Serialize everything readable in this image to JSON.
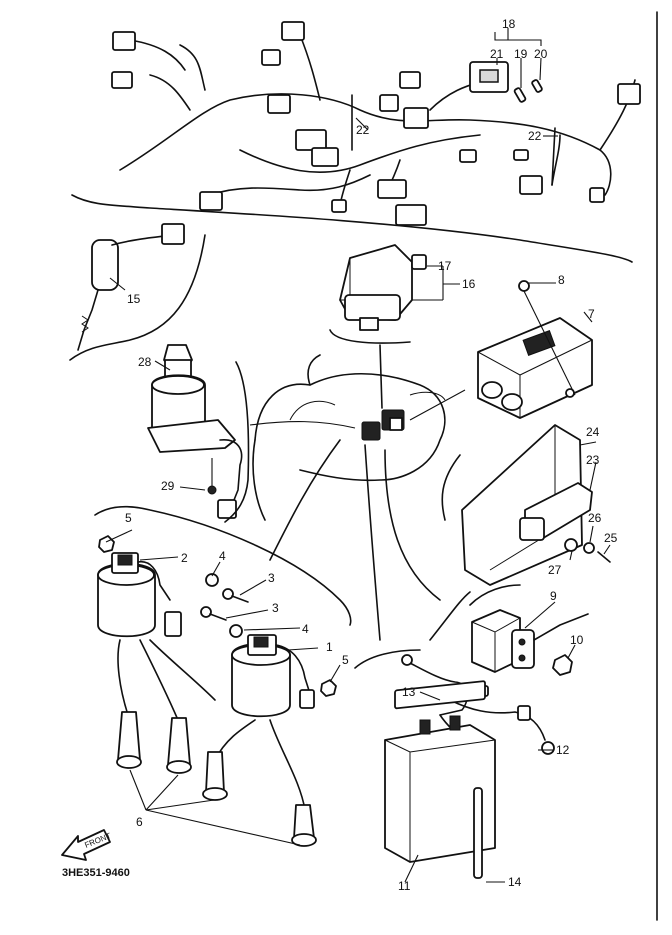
{
  "diagram": {
    "drawing_code": "3HE351-9460",
    "front_marker": "FRONT",
    "part_labels": [
      {
        "id": "p1",
        "text": "1"
      },
      {
        "id": "p2",
        "text": "2"
      },
      {
        "id": "p3a",
        "text": "3"
      },
      {
        "id": "p3b",
        "text": "3"
      },
      {
        "id": "p4a",
        "text": "4"
      },
      {
        "id": "p4b",
        "text": "4"
      },
      {
        "id": "p5a",
        "text": "5"
      },
      {
        "id": "p5b",
        "text": "5"
      },
      {
        "id": "p6",
        "text": "6"
      },
      {
        "id": "p7",
        "text": "7"
      },
      {
        "id": "p8",
        "text": "8"
      },
      {
        "id": "p9",
        "text": "9"
      },
      {
        "id": "p10",
        "text": "10"
      },
      {
        "id": "p11",
        "text": "11"
      },
      {
        "id": "p12",
        "text": "12"
      },
      {
        "id": "p13",
        "text": "13"
      },
      {
        "id": "p14",
        "text": "14"
      },
      {
        "id": "p15",
        "text": "15"
      },
      {
        "id": "p16",
        "text": "16"
      },
      {
        "id": "p17",
        "text": "17"
      },
      {
        "id": "p18",
        "text": "18"
      },
      {
        "id": "p19",
        "text": "19"
      },
      {
        "id": "p20",
        "text": "20"
      },
      {
        "id": "p21",
        "text": "21"
      },
      {
        "id": "p22a",
        "text": "22"
      },
      {
        "id": "p22b",
        "text": "22"
      },
      {
        "id": "p23",
        "text": "23"
      },
      {
        "id": "p24",
        "text": "24"
      },
      {
        "id": "p25",
        "text": "25"
      },
      {
        "id": "p26",
        "text": "26"
      },
      {
        "id": "p27",
        "text": "27"
      },
      {
        "id": "p28",
        "text": "28"
      },
      {
        "id": "p29",
        "text": "29"
      }
    ]
  }
}
